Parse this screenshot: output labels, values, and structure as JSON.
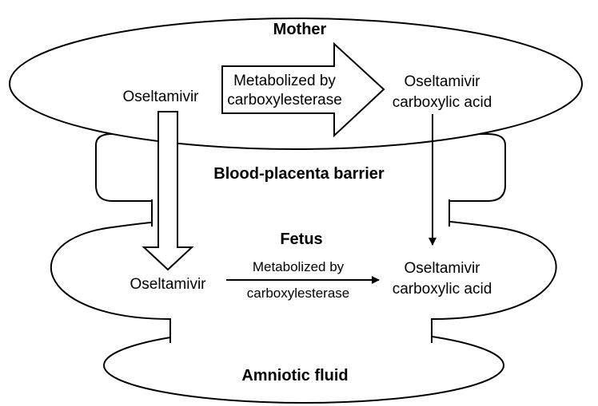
{
  "regions": {
    "mother": "Mother",
    "barrier": "Blood-placenta barrier",
    "fetus": "Fetus",
    "amniotic": "Amniotic fluid"
  },
  "mother": {
    "drug": "Oseltamivir",
    "process_line1": "Metabolized by",
    "process_line2": "carboxylesterase",
    "product_line1": "Oseltamivir",
    "product_line2": "carboxylic acid"
  },
  "fetus": {
    "drug": "Oseltamivir",
    "process_line1": "Metabolized by",
    "process_line2": "carboxylesterase",
    "product_line1": "Oseltamivir",
    "product_line2": "carboxylic acid"
  }
}
